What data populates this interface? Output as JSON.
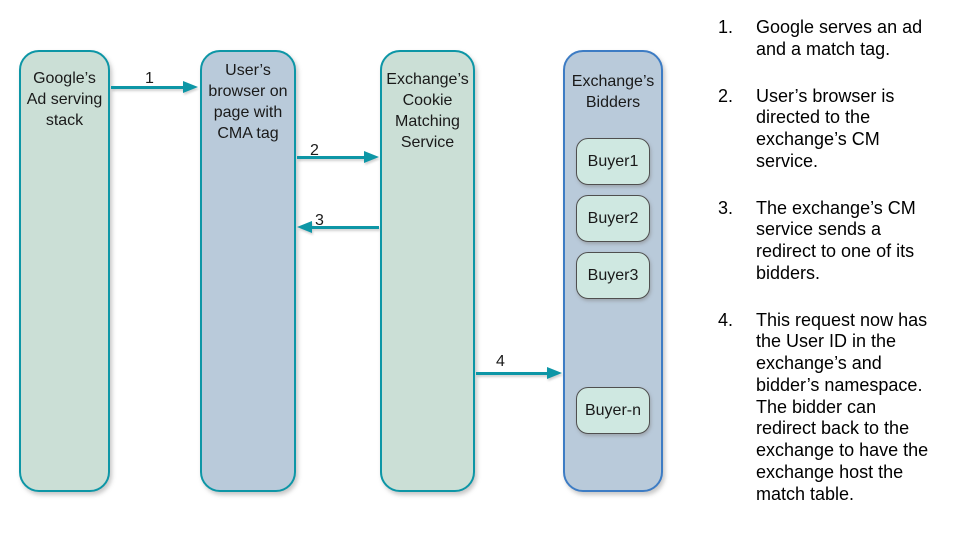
{
  "colors": {
    "teal": "#0d96a6",
    "green_fill": "#cbdfd6",
    "blue_fill": "#b9cada",
    "blue_border": "#3d7cc4",
    "buyer_fill": "#cfe8e1",
    "buyer_border": "#4f4f4f",
    "text": "#1a1a1a"
  },
  "diagram": {
    "lanes": [
      {
        "title": "Google’s\nAd serving\nstack"
      },
      {
        "title": "User’s\nbrowser on\npage with\nCMA tag"
      },
      {
        "title": "Exchange’s\nCookie\nMatching\nService"
      },
      {
        "title": "Exchange’s\nBidders"
      }
    ],
    "buyers": [
      {
        "label": "Buyer1"
      },
      {
        "label": "Buyer2"
      },
      {
        "label": "Buyer3"
      },
      {
        "label": "Buyer-n"
      }
    ],
    "arrows": [
      {
        "num": "1"
      },
      {
        "num": "2"
      },
      {
        "num": "3"
      },
      {
        "num": "4"
      }
    ]
  },
  "steps": {
    "items": [
      {
        "num": "1.",
        "text": "Google serves an ad and a match tag."
      },
      {
        "num": "2.",
        "text": "User’s browser is directed to the exchange’s CM service."
      },
      {
        "num": "3.",
        "text": "The exchange’s CM service sends a redirect to one of its bidders."
      },
      {
        "num": "4.",
        "text": "This request now has the User ID in the exchange’s and bidder’s namespace. The bidder can redirect back to the exchange to have the exchange host the match table."
      }
    ]
  }
}
